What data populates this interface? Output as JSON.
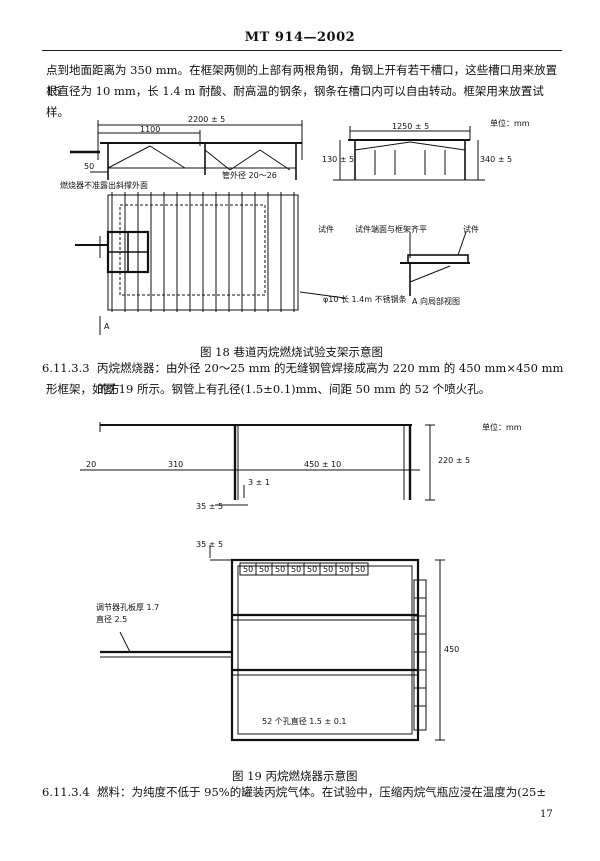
{
  "header": {
    "doc_code": "MT 914—2002"
  },
  "body_text": {
    "line1": "点到地面距离为 350 mm。在框架两侧的上部有两根角钢，角钢上开有若干槽口，这些槽口用来放置 15",
    "line2": "根直径为 10 mm，长 1.4 m 耐酸、耐高温的钢条，钢条在槽口内可以自由转动。框架用来放置试样。"
  },
  "fig18": {
    "caption": "图 18    巷道丙烷燃烧试验支架示意图",
    "unit": "单位：mm",
    "dim_total": "2200 ± 5",
    "dim_half": "1100",
    "dim_50": "50",
    "note_burner": "燃烧器不准露出斜撑外面",
    "note_pipe": "管外径 20～26",
    "dim_1250": "1250 ± 5",
    "dim_130": "130 ± 5",
    "dim_340": "340 ± 5",
    "label_specimen": "试件",
    "label_flush": "试件端面与框架齐平",
    "label_specimen2": "试件",
    "label_bars": "φ10 长 1.4m 不锈钢条",
    "label_view": "A 向局部视图",
    "label_A": "A"
  },
  "section_6_11_3_3": {
    "number": "6.11.3.3",
    "text_line1": "丙烷燃烧器：由外径 20～25 mm 的无缝钢管焊接成高为 220 mm 的 450 mm×450 mm 的方",
    "text_line2": "形框架，如图 19 所示。钢管上有孔径(1.5±0.1)mm、间距 50 mm 的 52 个喷火孔。"
  },
  "fig19": {
    "caption": "图 19    丙烷燃烧器示意图",
    "unit": "单位：mm",
    "dim_20": "20",
    "dim_310": "310",
    "dim_450": "450 ± 10",
    "dim_220": "220 ± 5",
    "dim_3": "3 ± 1",
    "dim_35": "35 ± 5",
    "dim_35v": "35 ± 5",
    "hole_spacing": [
      "50",
      "50",
      "50",
      "50",
      "50",
      "50",
      "50",
      "50"
    ],
    "dim_450v": "450",
    "note_regulator_1": "调节器孔板厚 1.7",
    "note_regulator_2": "直径 2.5",
    "note_holes": "52 个孔直径 1.5 ± 0.1"
  },
  "section_6_11_3_4": {
    "number": "6.11.3.4",
    "text": "燃料：为纯度不低于 95%的罐装丙烷气体。在试验中，压缩丙烷气瓶应浸在温度为(25±"
  },
  "page_number": "17"
}
